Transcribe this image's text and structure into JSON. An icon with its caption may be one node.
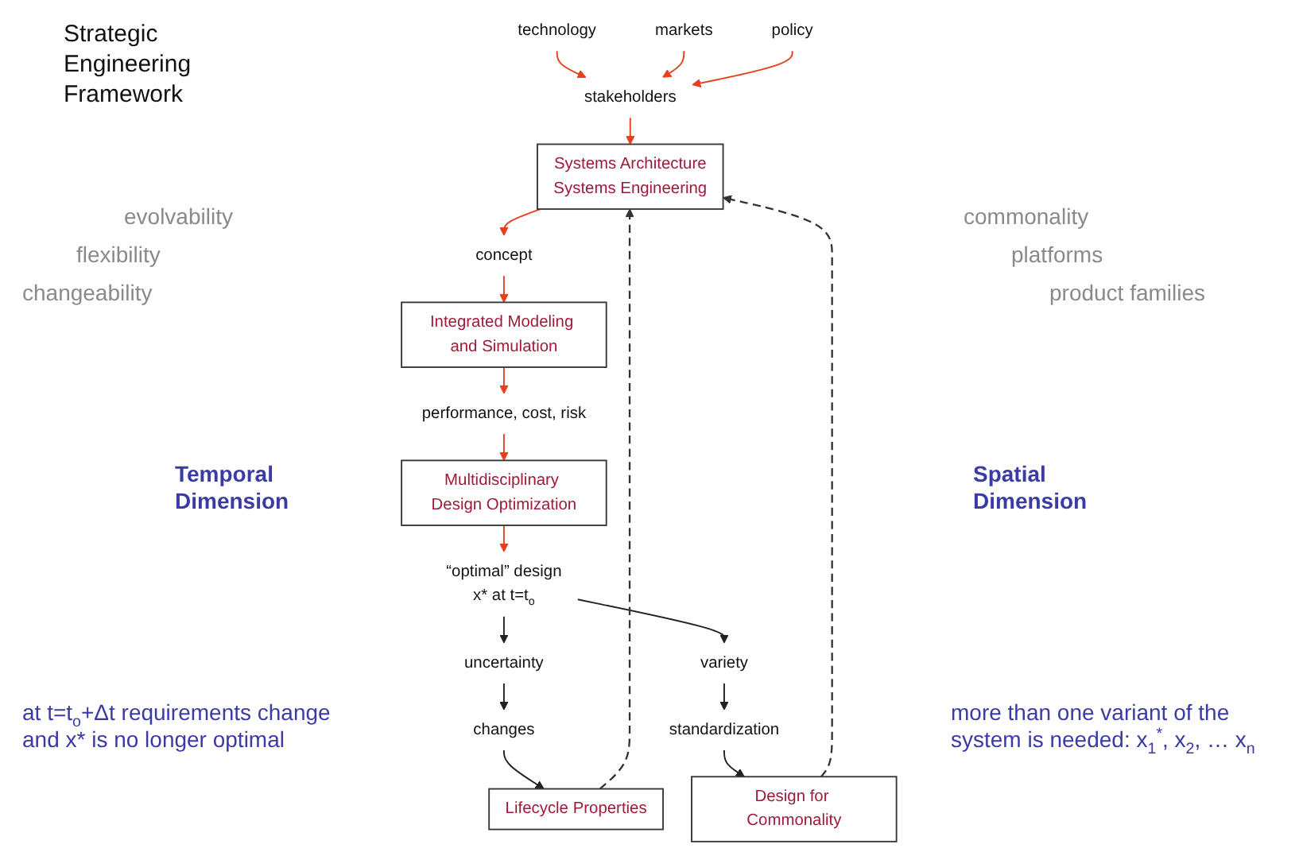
{
  "diagram": {
    "title": "Strategic Engineering Framework",
    "nodes": [
      {
        "text": [
          "technology"
        ]
      },
      {
        "text": [
          "markets"
        ]
      },
      {
        "text": [
          "policy"
        ]
      },
      {
        "text": [
          "stakeholders"
        ]
      },
      {
        "text": [
          "Systems Architecture",
          "Systems Engineering"
        ]
      },
      {
        "text": [
          "concept"
        ]
      },
      {
        "text": [
          "Lifecycle Properties"
        ]
      },
      {
        "text": [
          "Design for Commonality"
        ]
      },
      {
        "text": [
          "Integrated Modeling and Simulation"
        ]
      },
      {
        "text": [
          "performance, cost, risk"
        ]
      },
      {
        "text": [
          "changes"
        ]
      },
      {
        "text": [
          "standardization"
        ]
      },
      {
        "text": [
          "Multidisciplinary Design Optimization"
        ]
      },
      {
        "text": [
          "uncertainty"
        ]
      },
      {
        "text": [
          "variety"
        ]
      },
      {
        "text": [
          "“optimal” design",
          "x* at t=t$_{o}$"
        ]
      }
    ],
    "edges": [
      {
        "from": 0,
        "to": 3,
        "arrow": "to"
      },
      {
        "from": 1,
        "to": 3,
        "arrow": "to"
      },
      {
        "from": 2,
        "to": 3,
        "arrow": "to"
      },
      {
        "from": 3,
        "to": 4,
        "arrow": "to"
      },
      {
        "from": 4,
        "to": 5,
        "arrow": "to"
      },
      {
        "from": 5,
        "to": 8,
        "arrow": "to"
      },
      {
        "from": 8,
        "to": 9,
        "arrow": "to"
      },
      {
        "from": 9,
        "to": 12,
        "arrow": "to"
      },
      {
        "from": 12,
        "to": 15,
        "arrow": "to"
      },
      {
        "from": 15,
        "to": 13,
        "arrow": "to",
        "color": "#222222"
      },
      {
        "from": 15,
        "to": 14,
        "arrow": "to",
        "color": "#222222"
      },
      {
        "from": 13,
        "to": 10,
        "arrow": "to",
        "color": "#222222"
      },
      {
        "from": 14,
        "to": 11,
        "arrow": "to",
        "color": "#222222"
      },
      {
        "from": 10,
        "to": 6,
        "arrow": "to",
        "color": "#222222"
      },
      {
        "from": 11,
        "to": 7,
        "arrow": "to",
        "color": "#222222"
      },
      {
        "from": 6,
        "to": 4,
        "arrow": "to",
        "style": "dashed",
        "color": "#333333"
      },
      {
        "from": 7,
        "to": 4,
        "arrow": "to",
        "style": "dashed",
        "color": "#333333"
      }
    ],
    "labels": [
      "evolvability",
      "commonality",
      "flexibility",
      "platforms",
      "changeability",
      "product families",
      "Temporal Dimension",
      "Spatial Dimension",
      "at t=t$_{o}$+Δt requirements change and x* is no longer optimal",
      "more than one variant of the system is needed: x$_{1}$$^{*}$, x$_{2}$, … x$_{n}$"
    ]
  }
}
